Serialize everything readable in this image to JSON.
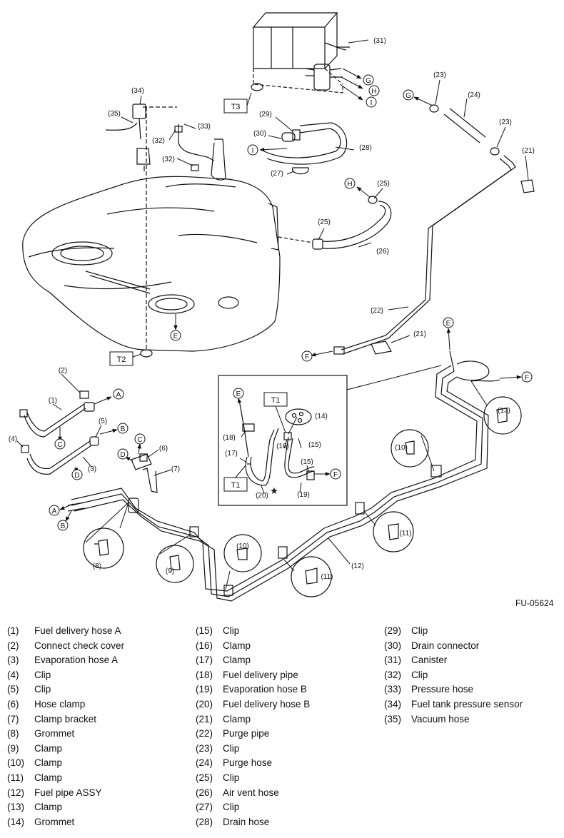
{
  "figure_code": "FU-05624",
  "tags": {
    "t1a": "T1",
    "t1b": "T1",
    "t2": "T2",
    "t3": "T3"
  },
  "callouts": {
    "n1": "(1)",
    "n2": "(2)",
    "n3": "(3)",
    "n4": "(4)",
    "n5": "(5)",
    "n6": "(6)",
    "n7": "(7)",
    "n8": "(8)",
    "n9": "(9)",
    "n10a": "(10)",
    "n10b": "(10)",
    "n11a": "(11)",
    "n11b": "(11)",
    "n12": "(12)",
    "n13": "(13)",
    "n14": "(14)",
    "n15a": "(15)",
    "n15b": "(15)",
    "n16": "(16)",
    "n17": "(17)",
    "n18": "(18)",
    "n19": "(19)",
    "n20": "(20)",
    "n21a": "(21)",
    "n21b": "(21)",
    "n22": "(22)",
    "n23a": "(23)",
    "n23b": "(23)",
    "n24": "(24)",
    "n25a": "(25)",
    "n25b": "(25)",
    "n26": "(26)",
    "n27": "(27)",
    "n28": "(28)",
    "n29": "(29)",
    "n30": "(30)",
    "n31": "(31)",
    "n32a": "(32)",
    "n32b": "(32)",
    "n33": "(33)",
    "n34": "(34)",
    "n35": "(35)"
  },
  "letters": {
    "A1": "A",
    "A2": "A",
    "B1": "B",
    "B2": "B",
    "C1": "C",
    "C2": "C",
    "D1": "D",
    "D2": "D",
    "E1": "E",
    "E2": "E",
    "E3": "E",
    "F1": "F",
    "F2": "F",
    "F3": "F",
    "G1": "G",
    "G2": "G",
    "H1": "H",
    "H2": "H",
    "I1": "I",
    "I2": "I"
  },
  "star": "★",
  "legend": {
    "col0": [
      {
        "num": "(1)",
        "label": "Fuel delivery hose A"
      },
      {
        "num": "(2)",
        "label": "Connect check cover"
      },
      {
        "num": "(3)",
        "label": "Evaporation hose A"
      },
      {
        "num": "(4)",
        "label": "Clip"
      },
      {
        "num": "(5)",
        "label": "Clip"
      },
      {
        "num": "(6)",
        "label": "Hose clamp"
      },
      {
        "num": "(7)",
        "label": "Clamp bracket"
      },
      {
        "num": "(8)",
        "label": "Grommet"
      },
      {
        "num": "(9)",
        "label": "Clamp"
      },
      {
        "num": "(10)",
        "label": "Clamp"
      },
      {
        "num": "(11)",
        "label": "Clamp"
      },
      {
        "num": "(12)",
        "label": "Fuel pipe ASSY"
      },
      {
        "num": "(13)",
        "label": "Clamp"
      },
      {
        "num": "(14)",
        "label": "Grommet"
      }
    ],
    "col1": [
      {
        "num": "(15)",
        "label": "Clip"
      },
      {
        "num": "(16)",
        "label": "Clamp"
      },
      {
        "num": "(17)",
        "label": "Clamp"
      },
      {
        "num": "(18)",
        "label": "Fuel delivery pipe"
      },
      {
        "num": "(19)",
        "label": "Evaporation hose B"
      },
      {
        "num": "(20)",
        "label": "Fuel delivery hose B"
      },
      {
        "num": "(21)",
        "label": "Clamp"
      },
      {
        "num": "(22)",
        "label": "Purge pipe"
      },
      {
        "num": "(23)",
        "label": "Clip"
      },
      {
        "num": "(24)",
        "label": "Purge hose"
      },
      {
        "num": "(25)",
        "label": "Clip"
      },
      {
        "num": "(26)",
        "label": "Air vent hose"
      },
      {
        "num": "(27)",
        "label": "Clip"
      },
      {
        "num": "(28)",
        "label": "Drain hose"
      }
    ],
    "col2": [
      {
        "num": "(29)",
        "label": "Clip"
      },
      {
        "num": "(30)",
        "label": "Drain connector"
      },
      {
        "num": "(31)",
        "label": "Canister"
      },
      {
        "num": "(32)",
        "label": "Clip"
      },
      {
        "num": "(33)",
        "label": "Pressure hose"
      },
      {
        "num": "(34)",
        "label": "Fuel tank pressure sensor"
      },
      {
        "num": "(35)",
        "label": "Vacuum hose"
      }
    ]
  }
}
